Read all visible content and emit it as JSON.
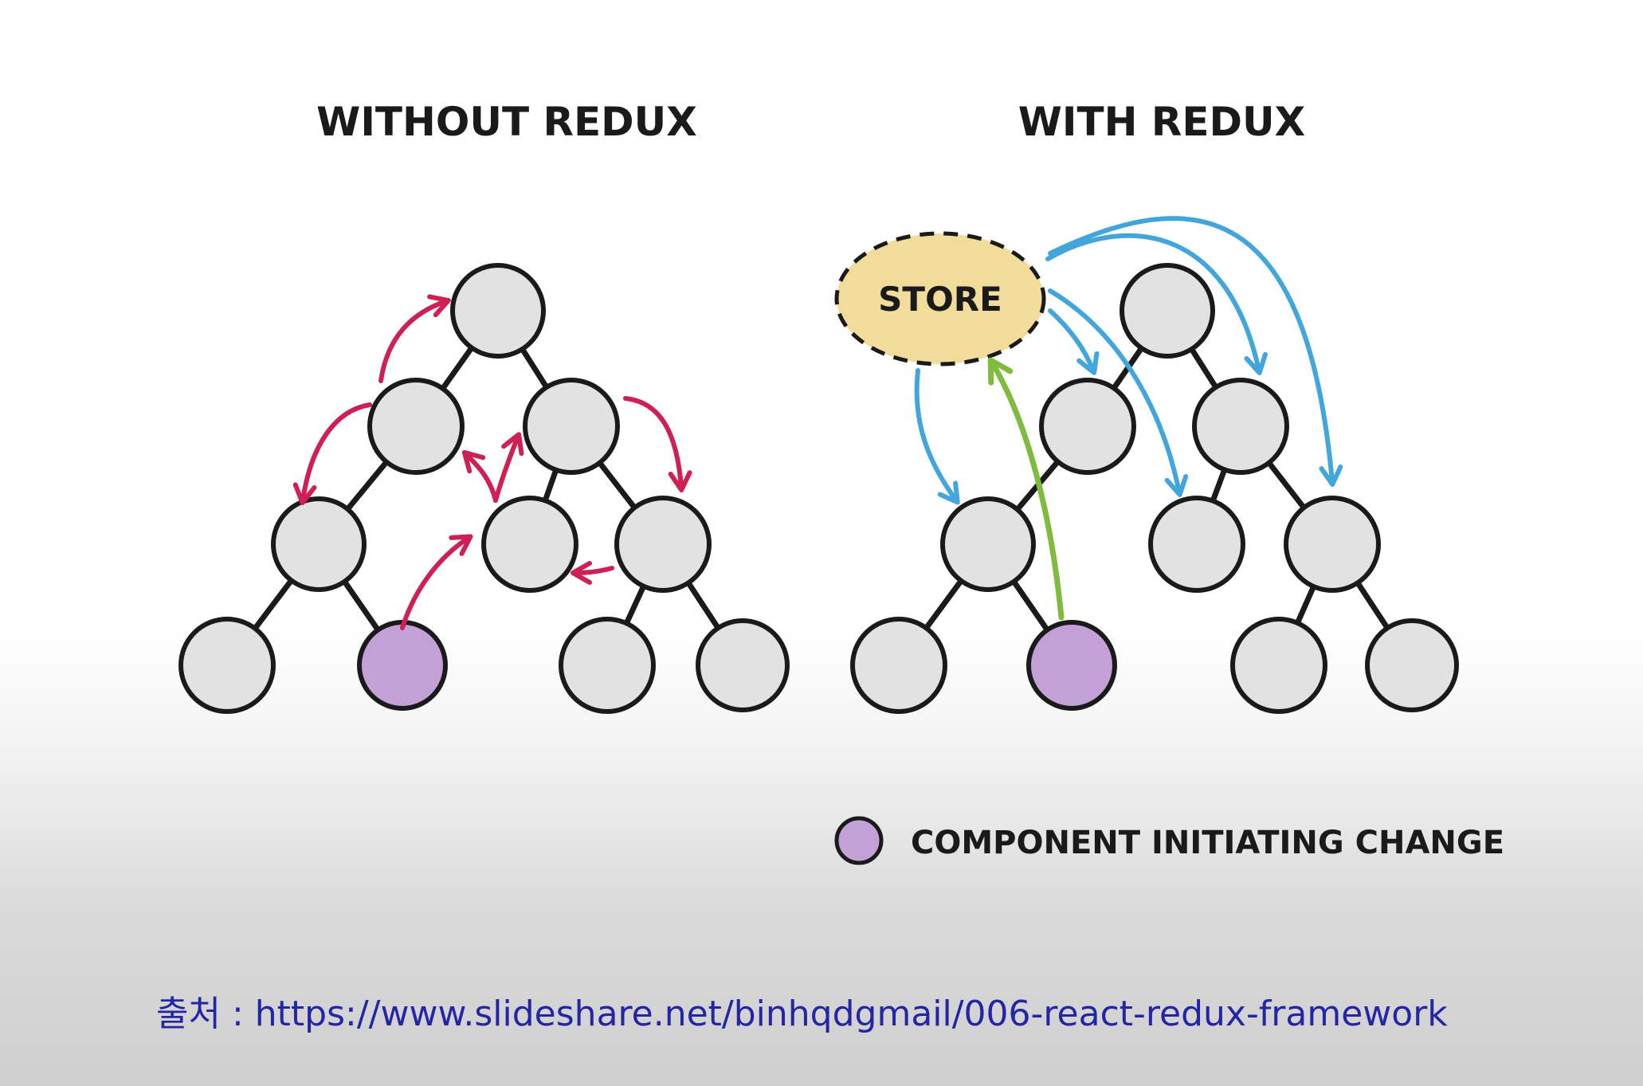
{
  "titles": {
    "without": "WITHOUT REDUX",
    "with": "WITH REDUX"
  },
  "store_label": "STORE",
  "legend": {
    "label": "COMPONENT INITIATING CHANGE"
  },
  "source_text": "출처 : https://www.slideshare.net/binhqdgmail/006-react-redux-framework",
  "colors": {
    "node_fill": "#e2e2e2",
    "initiator_fill": "#c3a1d6",
    "store_fill": "#f2dc9c",
    "red_arrow": "#cf2055",
    "blue_arrow": "#42a6dc",
    "green_arrow": "#7fbb3c",
    "source_text": "#2424a6"
  }
}
